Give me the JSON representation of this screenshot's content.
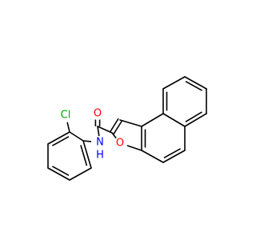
{
  "molecule": {
    "colors": {
      "bond": "#000000",
      "O": "#ff0000",
      "N": "#0000ff",
      "Cl": "#00aa00",
      "background": "#ffffff"
    },
    "atoms": [
      {
        "id": "O1",
        "label": "O"
      },
      {
        "id": "O2",
        "label": "O"
      },
      {
        "id": "N1",
        "label": "N"
      },
      {
        "id": "H1",
        "label": "H"
      },
      {
        "id": "Cl1",
        "label": "Cl"
      }
    ]
  }
}
